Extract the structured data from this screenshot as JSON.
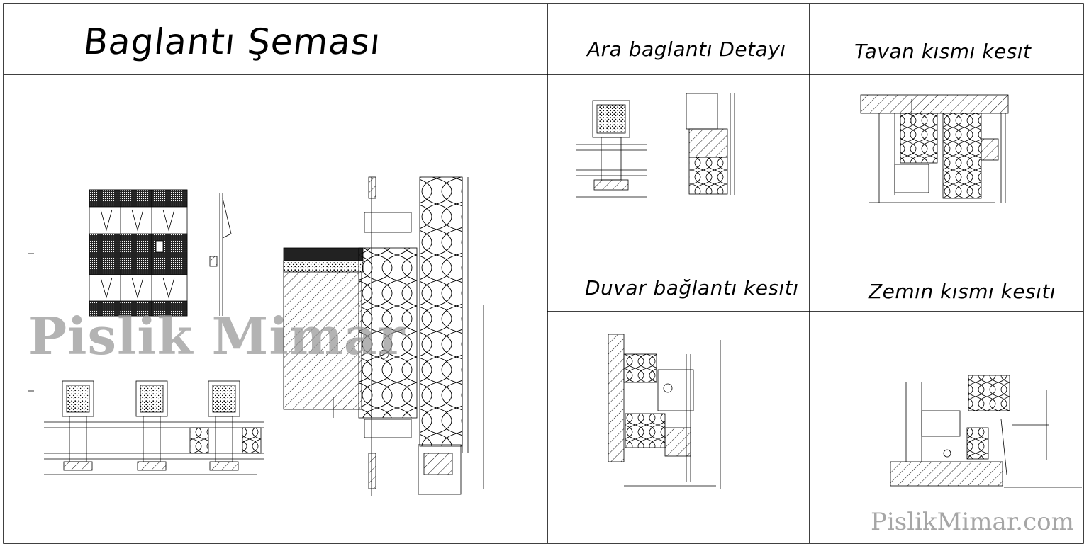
{
  "sheet": {
    "main_title": "Baglantı Şeması",
    "panels": {
      "ara": "Ara baglantı Detayı",
      "tavan": "Tavan kısmı kesıt",
      "duvar": "Duvar bağlantı kesıtı",
      "zemin": "Zemın kısmı kesıtı"
    }
  },
  "watermark": {
    "overlay": "Pislik Mimar",
    "site": "PislikMimar.com"
  },
  "colors": {
    "line": "#000000",
    "watermark": "#969696",
    "background": "#ffffff"
  }
}
